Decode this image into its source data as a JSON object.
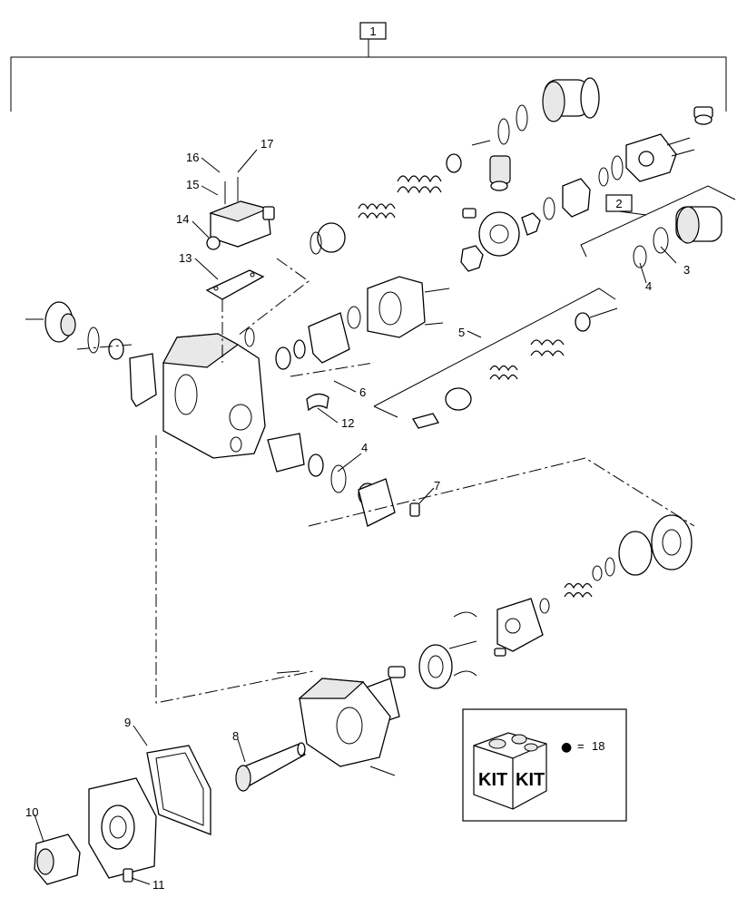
{
  "boxed_callouts": [
    {
      "id": "c1",
      "label": "1"
    },
    {
      "id": "c2",
      "label": "2"
    }
  ],
  "callouts": [
    {
      "id": "n3",
      "label": "3"
    },
    {
      "id": "n4a",
      "label": "4"
    },
    {
      "id": "n4b",
      "label": "4"
    },
    {
      "id": "n5",
      "label": "5"
    },
    {
      "id": "n6",
      "label": "6"
    },
    {
      "id": "n7",
      "label": "7"
    },
    {
      "id": "n8",
      "label": "8"
    },
    {
      "id": "n9",
      "label": "9"
    },
    {
      "id": "n10",
      "label": "10"
    },
    {
      "id": "n11",
      "label": "11"
    },
    {
      "id": "n12",
      "label": "12"
    },
    {
      "id": "n13",
      "label": "13"
    },
    {
      "id": "n14",
      "label": "14"
    },
    {
      "id": "n15",
      "label": "15"
    },
    {
      "id": "n16",
      "label": "16"
    },
    {
      "id": "n17",
      "label": "17"
    }
  ],
  "kit_legend": {
    "kit_word_left": "KIT",
    "kit_word_right": "KIT",
    "symbol": "●",
    "equals": "=",
    "number": "18"
  }
}
